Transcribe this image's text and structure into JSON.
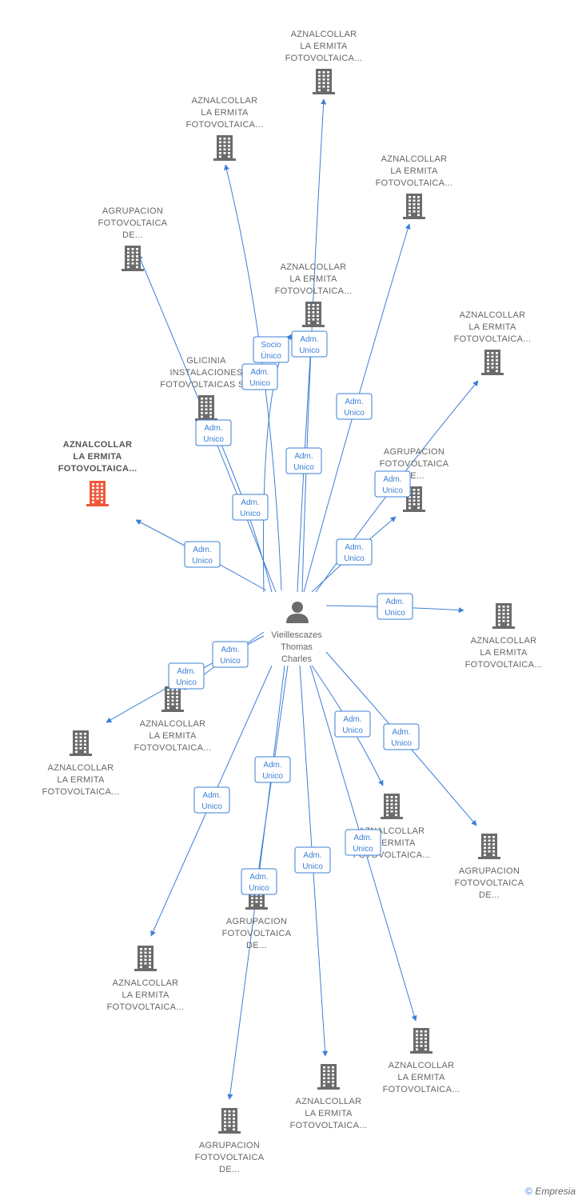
{
  "center": {
    "label": [
      "Vieillescazes",
      "Thomas",
      "Charles"
    ],
    "icon": "person-icon"
  },
  "colors": {
    "edge": "#3b7fd6",
    "building": "#6b6b6b",
    "focus": "#f0583a",
    "text": "#666666"
  },
  "companies": [
    {
      "id": "c1",
      "label": [
        "AZNALCOLLAR",
        "LA ERMITA",
        "FOTOVOLTAICA..."
      ],
      "icon": "building-icon"
    },
    {
      "id": "c2",
      "label": [
        "AZNALCOLLAR",
        "LA ERMITA",
        "FOTOVOLTAICA..."
      ],
      "icon": "building-icon"
    },
    {
      "id": "c3",
      "label": [
        "AZNALCOLLAR",
        "LA ERMITA",
        "FOTOVOLTAICA..."
      ],
      "icon": "building-icon"
    },
    {
      "id": "c4",
      "label": [
        "AGRUPACION",
        "FOTOVOLTAICA",
        "DE..."
      ],
      "icon": "building-icon"
    },
    {
      "id": "c5",
      "label": [
        "AZNALCOLLAR",
        "LA ERMITA",
        "FOTOVOLTAICA..."
      ],
      "icon": "building-icon"
    },
    {
      "id": "c6",
      "label": [
        "AZNALCOLLAR",
        "LA ERMITA",
        "FOTOVOLTAICA..."
      ],
      "icon": "building-icon"
    },
    {
      "id": "c7",
      "label": [
        "GLICINIA",
        "INSTALACIONES",
        "FOTOVOLTAICAS S..."
      ],
      "icon": "building-icon"
    },
    {
      "id": "c8",
      "label": [
        "AZNALCOLLAR",
        "LA ERMITA",
        "FOTOVOLTAICA..."
      ],
      "icon": "building-icon",
      "focus": true
    },
    {
      "id": "c9",
      "label": [
        "AGRUPACION",
        "FOTOVOLTAICA",
        "DE..."
      ],
      "icon": "building-icon"
    },
    {
      "id": "c10",
      "label": [
        "AZNALCOLLAR",
        "LA ERMITA",
        "FOTOVOLTAICA..."
      ],
      "icon": "building-icon"
    },
    {
      "id": "c11",
      "label": [
        "AZNALCOLLAR",
        "LA ERMITA",
        "FOTOVOLTAICA..."
      ],
      "icon": "building-icon"
    },
    {
      "id": "c12",
      "label": [
        "AZNALCOLLAR",
        "LA ERMITA",
        "FOTOVOLTAICA..."
      ],
      "icon": "building-icon"
    },
    {
      "id": "c13",
      "label": [
        "AZNALCOLLAR",
        "LA ERMITA",
        "FOTOVOLTAICA..."
      ],
      "icon": "building-icon"
    },
    {
      "id": "c14",
      "label": [
        "AGRUPACION",
        "FOTOVOLTAICA",
        "DE..."
      ],
      "icon": "building-icon"
    },
    {
      "id": "c15",
      "label": [
        "AGRUPACION",
        "FOTOVOLTAICA",
        "DE..."
      ],
      "icon": "building-icon"
    },
    {
      "id": "c16",
      "label": [
        "AZNALCOLLAR",
        "LA ERMITA",
        "FOTOVOLTAICA..."
      ],
      "icon": "building-icon"
    },
    {
      "id": "c17",
      "label": [
        "AZNALCOLLAR",
        "LA ERMITA",
        "FOTOVOLTAICA..."
      ],
      "icon": "building-icon"
    },
    {
      "id": "c18",
      "label": [
        "AZNALCOLLAR",
        "LA ERMITA",
        "FOTOVOLTAICA..."
      ],
      "icon": "building-icon"
    },
    {
      "id": "c19",
      "label": [
        "AGRUPACION",
        "FOTOVOLTAICA",
        "DE..."
      ],
      "icon": "building-icon"
    }
  ],
  "edges": [
    {
      "target": "c1",
      "label": [
        "Adm.",
        "Unico"
      ]
    },
    {
      "target": "c2",
      "label": [
        "Socio",
        "Único"
      ]
    },
    {
      "target": "c3",
      "label": [
        "Adm.",
        "Unico"
      ]
    },
    {
      "target": "c4",
      "label": [
        "Adm.",
        "Unico"
      ]
    },
    {
      "target": "c5",
      "label": [
        "Adm.",
        "Unico"
      ]
    },
    {
      "target": "c6",
      "label": [
        "Adm.",
        "Unico"
      ]
    },
    {
      "target": "c7",
      "label": [
        "Adm.",
        "Unico"
      ]
    },
    {
      "target": "c7",
      "label": [
        "Adm.",
        "Unico"
      ]
    },
    {
      "target": "c8",
      "label": [
        "Adm.",
        "Unico"
      ]
    },
    {
      "target": "c9",
      "label": [
        "Adm.",
        "Unico"
      ]
    },
    {
      "target": "c10",
      "label": [
        "Adm.",
        "Unico"
      ]
    },
    {
      "target": "c11",
      "label": [
        "Adm.",
        "Unico"
      ]
    },
    {
      "target": "c12",
      "label": [
        "Adm.",
        "Unico"
      ]
    },
    {
      "target": "c13",
      "label": [
        "Adm.",
        "Unico"
      ]
    },
    {
      "target": "c14",
      "label": [
        "Adm.",
        "Unico"
      ]
    },
    {
      "target": "c15",
      "label": [
        "Adm.",
        "Unico"
      ]
    },
    {
      "target": "c16",
      "label": [
        "Adm.",
        "Unico"
      ]
    },
    {
      "target": "c17",
      "label": [
        "Adm.",
        "Unico"
      ]
    },
    {
      "target": "c18",
      "label": [
        "Adm.",
        "Unico"
      ]
    },
    {
      "target": "c19",
      "label": [
        "Adm.",
        "Unico"
      ]
    },
    {
      "target": "c15",
      "label": [
        "Adm.",
        "Unico"
      ]
    }
  ],
  "footer": {
    "copyright": "©",
    "brand": "Empresia"
  }
}
